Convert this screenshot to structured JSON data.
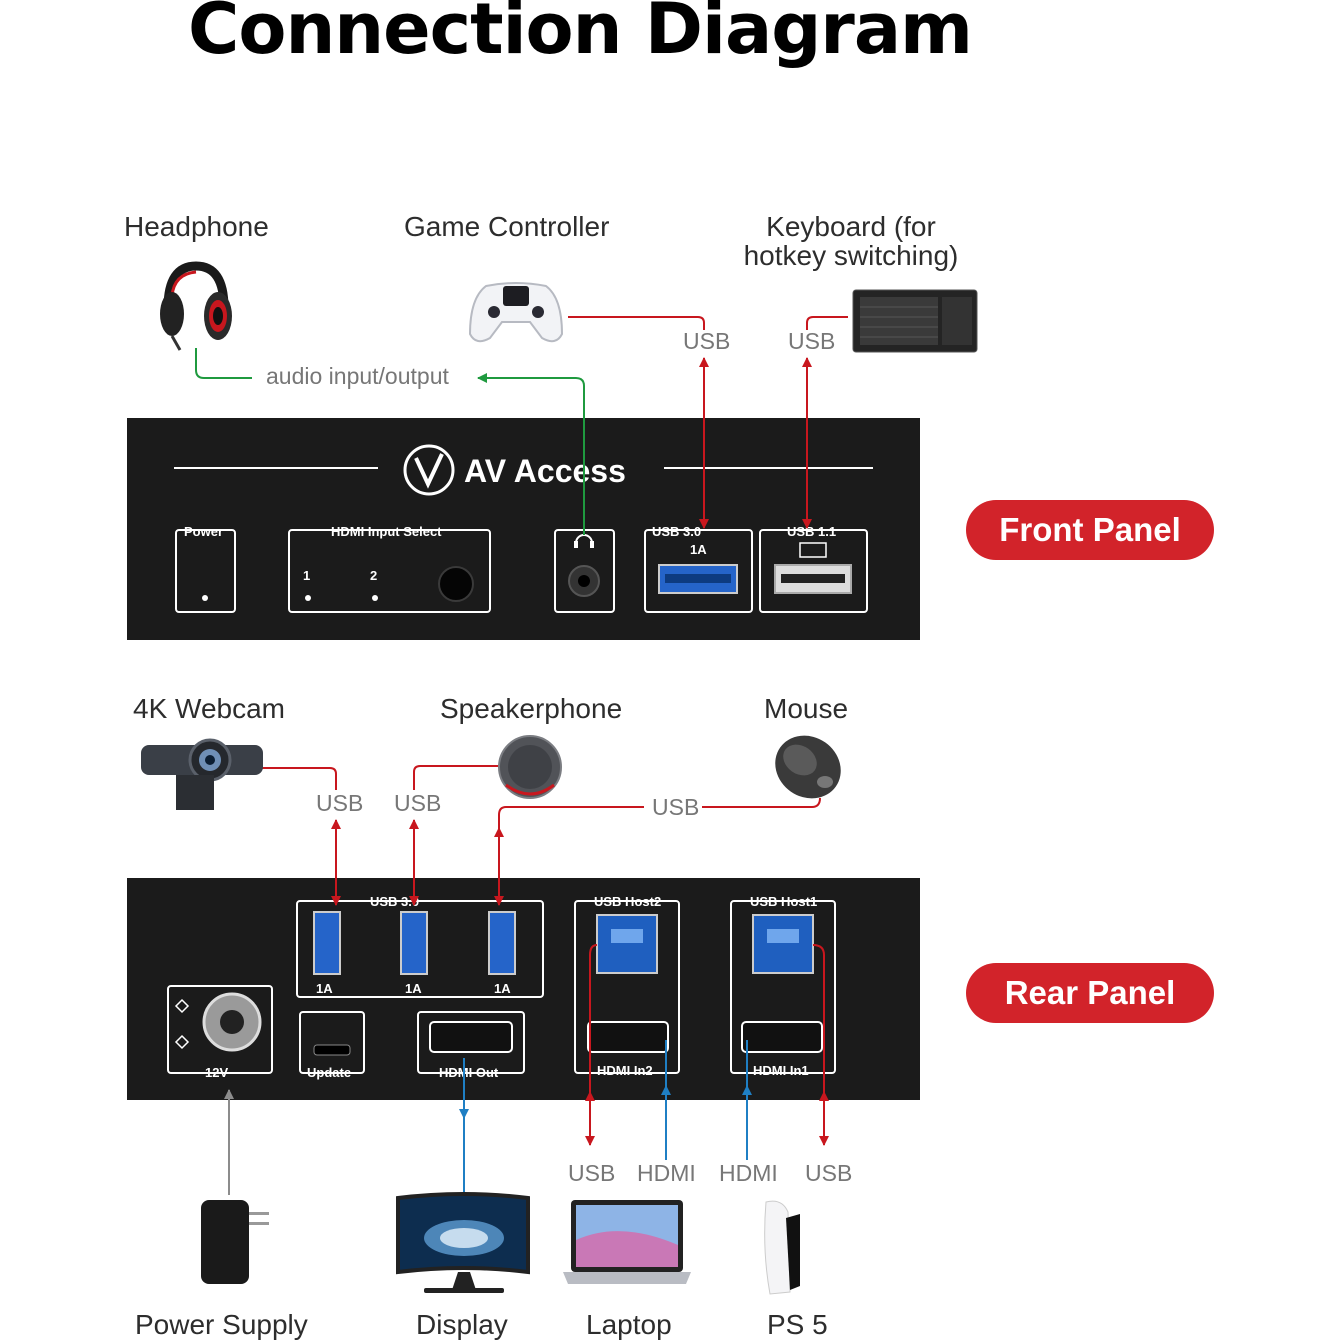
{
  "title": "Connection Diagram",
  "panels": {
    "front": "Front Panel",
    "rear": "Rear Panel"
  },
  "brand": "AV Access",
  "front_devices": {
    "headphone": "Headphone",
    "game_controller": "Game Controller",
    "keyboard_line1": "Keyboard (for",
    "keyboard_line2": "hotkey switching)"
  },
  "rear_top_devices": {
    "webcam": "4K Webcam",
    "speakerphone": "Speakerphone",
    "mouse": "Mouse"
  },
  "rear_bottom_devices": {
    "power": "Power Supply",
    "display": "Display",
    "laptop": "Laptop",
    "ps5": "PS 5"
  },
  "wire_labels": {
    "audio": "audio input/output",
    "controller_usb": "USB",
    "keyboard_usb": "USB",
    "webcam_usb": "USB",
    "speaker_usb": "USB",
    "mouse_usb": "USB",
    "laptop_usb": "USB",
    "laptop_hdmi": "HDMI",
    "ps5_hdmi": "HDMI",
    "ps5_usb": "USB"
  },
  "front_panel_labels": {
    "power": "Power",
    "hdmi_select": "HDMI Input Select",
    "input1": "1",
    "input2": "2",
    "usb30": "USB 3.0",
    "usb30_current": "1A",
    "usb11": "USB 1.1"
  },
  "rear_panel_labels": {
    "usb30": "USB 3.0",
    "port_current_1": "1A",
    "port_current_2": "1A",
    "port_current_3": "1A",
    "host2": "USB Host2",
    "host1": "USB Host1",
    "dc_in": "12V",
    "update": "Update",
    "hdmi_out": "HDMI Out",
    "hdmi_in2": "HDMI In2",
    "hdmi_in1": "HDMI In1"
  },
  "colors": {
    "usb": "#c8171e",
    "audio": "#1f9a3f",
    "hdmi": "#1f7fc4",
    "power": "#8c8c8c",
    "accent": "#d2232a",
    "panel": "#1b1b1b"
  }
}
